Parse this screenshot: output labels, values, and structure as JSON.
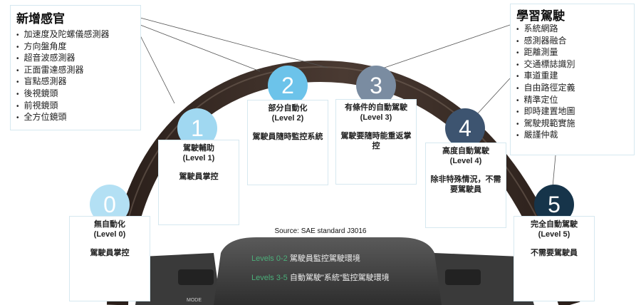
{
  "sensors_panel": {
    "title": "新增感官",
    "items": [
      "加速度及陀螺儀感測器",
      "方向盤角度",
      "超音波感測器",
      "正面雷達感測器",
      "盲點感測器",
      "後視鏡頭",
      "前視鏡頭",
      "全方位鏡頭"
    ]
  },
  "learning_panel": {
    "title": "學習駕駛",
    "items": [
      "系統網路",
      "感測器融合",
      "距離測量",
      "交通標誌識別",
      "車道重建",
      "自由路徑定義",
      "精準定位",
      "即時建置地圖",
      "駕駛規範實施",
      "嚴謹仲裁"
    ]
  },
  "levels": [
    {
      "number": "0",
      "name": "無自動化",
      "level": "(Level 0)",
      "desc": "駕駛員掌控",
      "color": "#b3e0f4"
    },
    {
      "number": "1",
      "name": "駕駛輔助",
      "level": "(Level 1)",
      "desc": "駕駛員掌控",
      "color": "#a0d8f1"
    },
    {
      "number": "2",
      "name": "部分自動化",
      "level": "(Level 2)",
      "desc": "駕駛員隨時監控系統",
      "color": "#6cc3ea"
    },
    {
      "number": "3",
      "name": "有條件的自動駕駛",
      "level": "(Level 3)",
      "desc": "駕駛要隨時能重返掌控",
      "color": "#7a8ca1"
    },
    {
      "number": "4",
      "name": "高度自動駕駛",
      "level": "(Level 4)",
      "desc": "除非特殊情況，不需要駕駛員",
      "color": "#3d5470"
    },
    {
      "number": "5",
      "name": "完全自動駕駛",
      "level": "(Level 5)",
      "desc": "不需要駕駛員",
      "color": "#16344a"
    }
  ],
  "source": "Source: SAE standard J3016",
  "legend": [
    {
      "range": "Levels 0-2",
      "text": "駕駛員監控駕駛環境"
    },
    {
      "range": "Levels 3-5",
      "text": "自動駕駛\"系統\"監控駕駛環境"
    }
  ],
  "hub_labels": {
    "mode": "MODE"
  }
}
